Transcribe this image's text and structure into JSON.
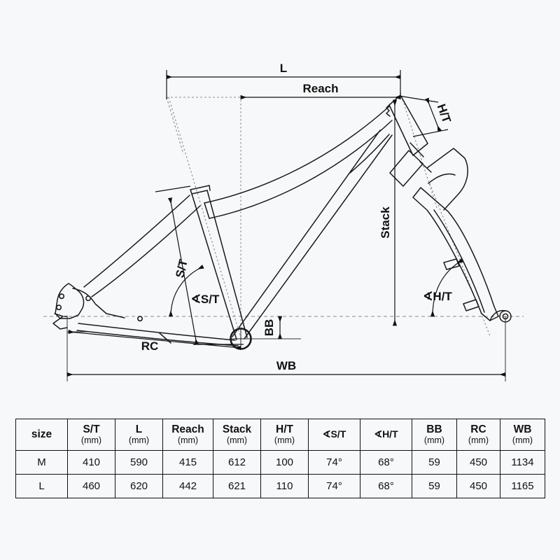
{
  "diagram": {
    "title": "bicycle-frame-geometry-diagram",
    "colors": {
      "background": "#f7f8fa",
      "line": "#1a1a1a",
      "dimension": "#111111",
      "construction": "#888888"
    },
    "dimension_labels": {
      "l": "L",
      "reach": "Reach",
      "stack": "Stack",
      "head_tube": "H/T",
      "seat_tube": "S/T",
      "seat_tube_angle": "∢S/T",
      "head_tube_angle": "∢H/T",
      "bottom_bracket": "BB",
      "rear_center": "RC",
      "wheelbase": "WB"
    }
  },
  "table": {
    "name": "frame-geometry-table",
    "columns": [
      {
        "label": "size",
        "unit": ""
      },
      {
        "label": "S/T",
        "unit": "(mm)"
      },
      {
        "label": "L",
        "unit": "(mm)"
      },
      {
        "label": "Reach",
        "unit": "(mm)"
      },
      {
        "label": "Stack",
        "unit": "(mm)"
      },
      {
        "label": "H/T",
        "unit": "(mm)"
      },
      {
        "label": "∢S/T",
        "unit": ""
      },
      {
        "label": "∢H/T",
        "unit": ""
      },
      {
        "label": "BB",
        "unit": "(mm)"
      },
      {
        "label": "RC",
        "unit": "(mm)"
      },
      {
        "label": "WB",
        "unit": "(mm)"
      }
    ],
    "rows": [
      {
        "size": "M",
        "values": [
          "410",
          "590",
          "415",
          "612",
          "100",
          "74°",
          "68°",
          "59",
          "450",
          "1134"
        ]
      },
      {
        "size": "L",
        "values": [
          "460",
          "620",
          "442",
          "621",
          "110",
          "74°",
          "68°",
          "59",
          "450",
          "1165"
        ]
      }
    ]
  },
  "chart_data": {
    "type": "table",
    "title": "Bicycle frame geometry",
    "categories": [
      "S/T (mm)",
      "L (mm)",
      "Reach (mm)",
      "Stack (mm)",
      "H/T (mm)",
      "∢S/T",
      "∢H/T",
      "BB (mm)",
      "RC (mm)",
      "WB (mm)"
    ],
    "series": [
      {
        "name": "M",
        "values": [
          410,
          590,
          415,
          612,
          100,
          74,
          68,
          59,
          450,
          1134
        ]
      },
      {
        "name": "L",
        "values": [
          460,
          620,
          442,
          621,
          110,
          74,
          68,
          59,
          450,
          1165
        ]
      }
    ]
  }
}
